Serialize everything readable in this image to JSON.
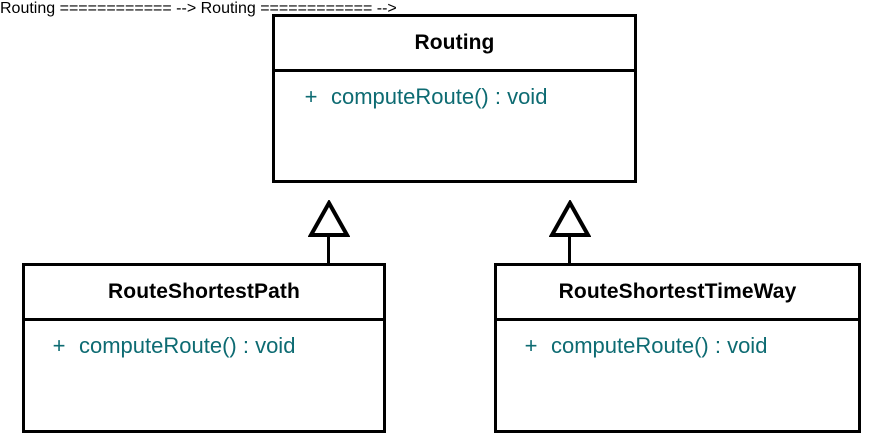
{
  "diagram": {
    "type": "uml-class-diagram",
    "background_color": "#ffffff",
    "stroke_color": "#000000",
    "member_text_color": "#0d6b72",
    "class_name_color": "#000000"
  },
  "classes": {
    "parent": {
      "name": "Routing",
      "members": [
        {
          "visibility": "+",
          "signature": "computeRoute() : void"
        }
      ]
    },
    "child_left": {
      "name": "RouteShortestPath",
      "members": [
        {
          "visibility": "+",
          "signature": "computeRoute() : void"
        }
      ]
    },
    "child_right": {
      "name": "RouteShortestTimeWay",
      "members": [
        {
          "visibility": "+",
          "signature": "computeRoute() : void"
        }
      ]
    }
  },
  "relationships": [
    {
      "kind": "generalization",
      "from": "RouteShortestPath",
      "to": "Routing",
      "arrowhead": "hollow-triangle"
    },
    {
      "kind": "generalization",
      "from": "RouteShortestTimeWay",
      "to": "Routing",
      "arrowhead": "hollow-triangle"
    }
  ]
}
